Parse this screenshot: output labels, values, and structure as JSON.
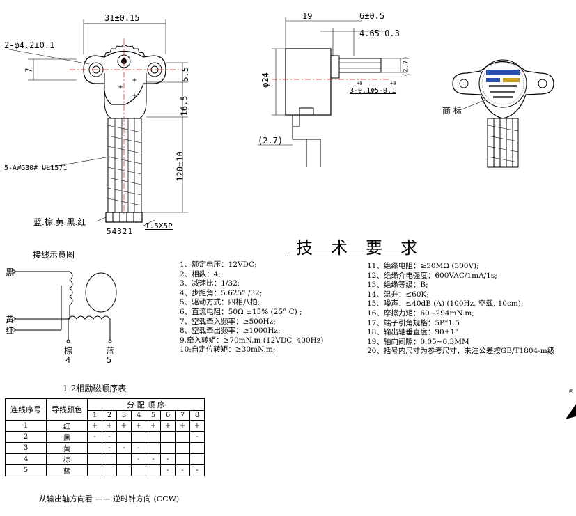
{
  "front_view": {
    "dim_width": "31±0.15",
    "dim_holes": "2-φ4.2±0.1",
    "dim_7": "7",
    "dim_6_5": "6.5",
    "dim_16_5": "16.5",
    "dim_120": "120±10",
    "cable_label": "5-AWG30# UL1571",
    "wire_colors": "蓝.棕.黄.黑.红",
    "connector_label": "1.5X5P",
    "pin_numbers": "54321"
  },
  "side_view": {
    "dim_19": "19",
    "dim_6": "6±0.5",
    "dim_4_65": "4.65±0.3",
    "dim_phi24": "φ24",
    "dim_2_7r": "(2.7)",
    "dim_3": "3-0.1",
    "dim_3_sup": "+0",
    "dim_phi5": "Φ5-0.1",
    "dim_phi5_sup": "+0",
    "dim_2_7": "(2.7)"
  },
  "iso_view": {
    "trademark_label": "商 标"
  },
  "wiring": {
    "title": "接线示意图",
    "wire_black": "黑",
    "wire_yellow": "黄",
    "wire_red": "红",
    "wire_brown": "棕",
    "wire_blue": "蓝",
    "num_brown": "4",
    "num_blue": "5"
  },
  "sequence_table": {
    "title": "1-2相励磁顺序表",
    "header_seq": "连线序号",
    "header_color": "导线颜色",
    "header_order": "分 配 顺 序",
    "steps": [
      "1",
      "2",
      "3",
      "4",
      "5",
      "6",
      "7",
      "8"
    ],
    "rows": [
      {
        "no": "1",
        "color": "红",
        "cells": [
          "+",
          "+",
          "+",
          "+",
          "+",
          "+",
          "+",
          "+"
        ]
      },
      {
        "no": "2",
        "color": "黑",
        "cells": [
          "-",
          "-",
          "",
          "",
          "",
          "",
          "",
          "-"
        ]
      },
      {
        "no": "3",
        "color": "黄",
        "cells": [
          "",
          "-",
          "-",
          "-",
          "",
          "",
          "",
          ""
        ]
      },
      {
        "no": "4",
        "color": "棕",
        "cells": [
          "",
          "",
          "",
          "-",
          "-",
          "-",
          "",
          ""
        ]
      },
      {
        "no": "5",
        "color": "蓝",
        "cells": [
          "",
          "",
          "",
          "",
          "",
          "-",
          "-",
          "-"
        ]
      }
    ],
    "footer": "从输出轴方向看 —— 逆时针方向 (CCW)"
  },
  "requirements": {
    "title": "技术要求",
    "left": [
      "1、额定电压：12VDC;",
      "2、相数：4;",
      "3、减速比：1/32;",
      "4、步距角：5.625° /32;",
      "5、驱动方式：四相八拍;",
      "6、直流电阻：50Ω ±15% (25° C) ;",
      "7、空载牵入频率：≥500Hz;",
      "8、空载牵出频率：≥1000Hz;",
      "9.牵入转矩：≥70mN.m (12VDC, 400Hz)",
      "10:自定位转矩：≥30mN.m;"
    ],
    "right": [
      "11、绝缘电阻：≥50MΩ (500V);",
      "12、绝缘介电强度：600VAC/1mA/1s;",
      "13、绝缘等级：B;",
      "14、温升：≤60K;",
      "15、噪声：≤40dB (A) (100Hz, 空载, 10cm);",
      "16、摩擦力矩：60~294mN.m;",
      "17、端子引角规格：5P*1.5",
      "18、输出轴垂直度：90±1°",
      "19、轴向间隙：0.05~0.3MM",
      "20、括号内尺寸为参考尺寸，未注公差按GB/T1804-m级"
    ]
  },
  "colors": {
    "line": "#000000",
    "center_line": "#d92020",
    "label_tag": "#1a3aa0"
  }
}
